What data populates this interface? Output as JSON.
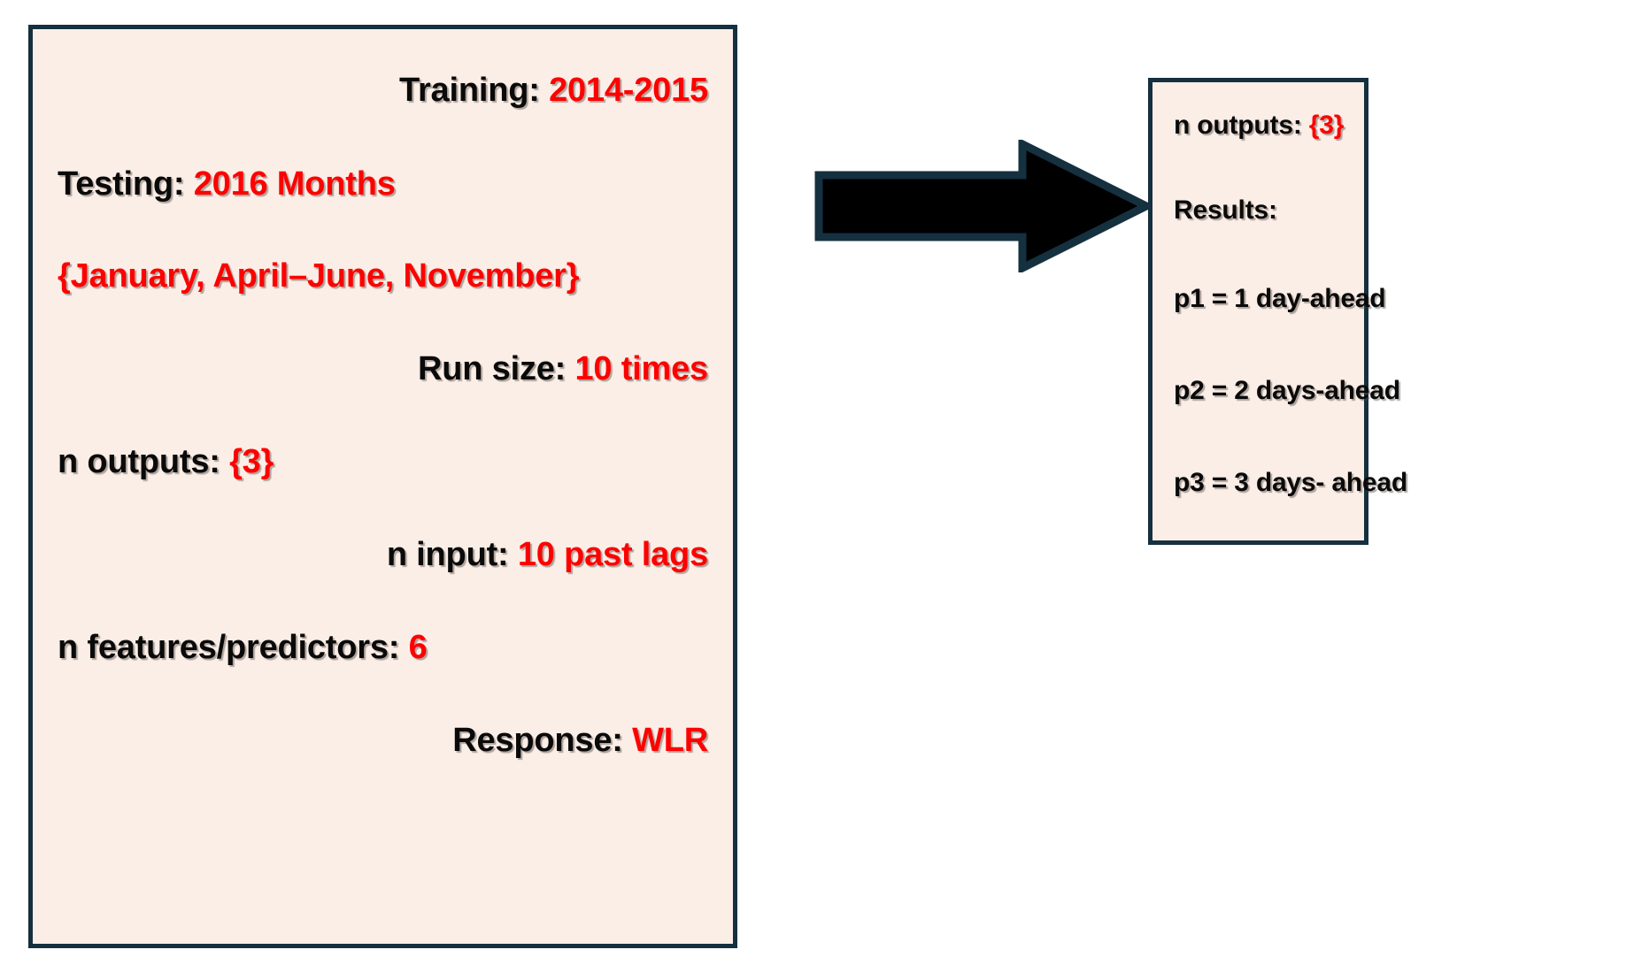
{
  "colors": {
    "panel_background": "#FBEEE7",
    "panel_border": "#15303F",
    "label_text": "#0A0A0A",
    "value_text": "#FF0000",
    "arrow_fill": "#000000",
    "arrow_outline": "#15303F",
    "page_background": "#FFFFFF"
  },
  "setup_panel": {
    "lines": [
      {
        "label": "Training: ",
        "value": "2014-2015",
        "align": "right"
      },
      {
        "label": "Testing: ",
        "value": "2016 Months",
        "align": "left"
      },
      {
        "label": "",
        "value": "{January, April–June, November}",
        "align": "left"
      },
      {
        "label": "Run size: ",
        "value": "10 times",
        "align": "right"
      },
      {
        "label": "n outputs: ",
        "value": "{3}",
        "align": "left"
      },
      {
        "label": "n input: ",
        "value": "10 past lags",
        "align": "right"
      },
      {
        "label": "n features/predictors: ",
        "value": "6",
        "align": "left"
      },
      {
        "label": "Response: ",
        "value": "WLR",
        "align": "right"
      }
    ]
  },
  "arrow": {
    "name": "right-arrow",
    "direction": "right",
    "meaning": "leads to"
  },
  "results_panel": {
    "n_outputs_label": "n outputs: ",
    "n_outputs_value": "{3}",
    "results_heading": "Results:",
    "predictions": [
      "p1 = 1 day-ahead",
      "p2 = 2 days-ahead",
      "p3 = 3 days- ahead"
    ]
  }
}
